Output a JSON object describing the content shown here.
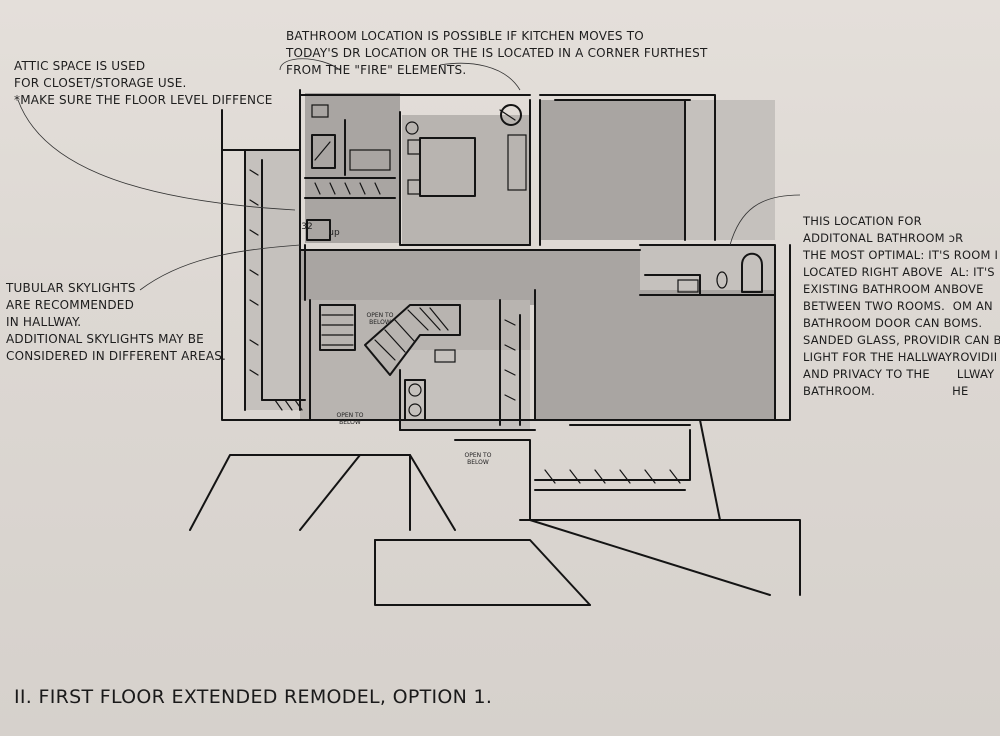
{
  "notes": {
    "attic": "ATTIC SPACE IS USED\nFOR CLOSET/STORAGE USE.\n*MAKE SURE THE FLOOR LEVEL DIFFENCE",
    "bathroom_location": "BATHROOM LOCATION IS POSSIBLE IF KITCHEN MOVES TO\nTODAY'S DR LOCATION OR THE IS LOCATED IN A CORNER FURTHEST\nFROM THE \"FIRE\" ELEMENTS.",
    "skylights": "TUBULAR SKYLIGHTS\nARE RECOMMENDED\nIN HALLWAY.\nADDITIONAL SKYLIGHTS MAY BE\nCONSIDERED IN DIFFERENT AREAS.",
    "additional_bathroom": "THIS LOCATION FOR\nADDITONAL BATHROOM ɔR\nTHE MOST OPTIMAL: IT'S ROOM I\nLOCATED RIGHT ABOVE  AL: IT'S\nEXISTING BATHROOM ANBOVE\nBETWEEN TWO ROOMS.  OM AN\nBATHROOM DOOR CAN BOMS.\nSANDED GLASS, PROVIDIR CAN B\nLIGHT FOR THE HALLWAYROVIDII\nAND PRIVACY TO THE       LLWAY\nBATHROOM.                    HE"
  },
  "plan_labels": {
    "open_to_below_1": "OPEN TO\nBELOW",
    "open_to_below_2": "OPEN TO\nBELOW",
    "open_to_below_3": "OPEN TO\nBELOW",
    "stair_up": "up",
    "stair_number": "32"
  },
  "caption": "II.  FIRST FLOOR EXTENDED REMODEL, OPTION 1."
}
